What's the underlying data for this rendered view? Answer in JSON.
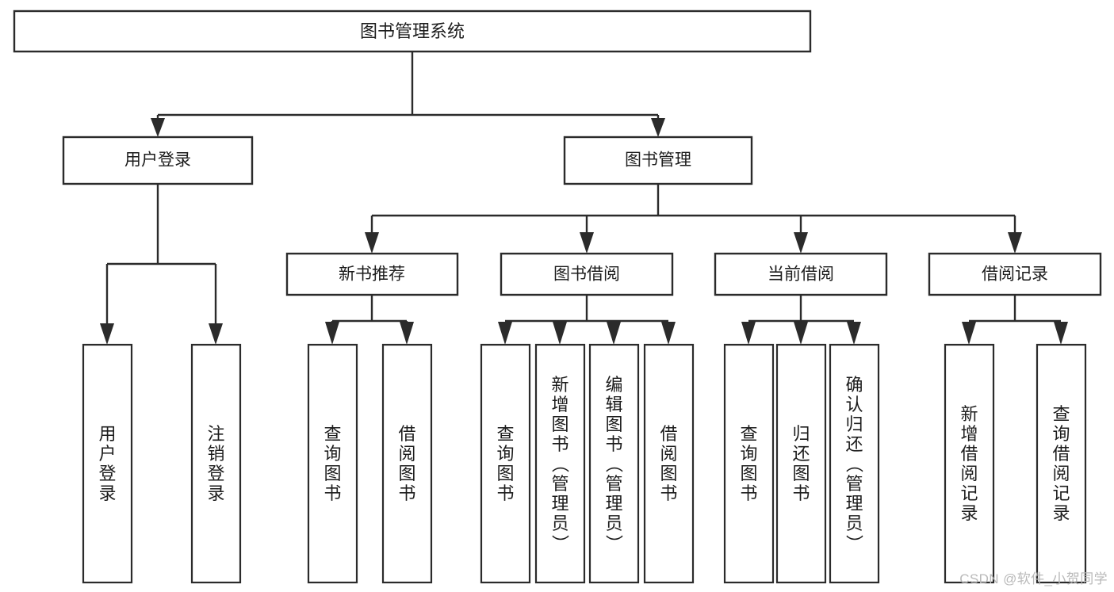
{
  "diagram": {
    "type": "tree",
    "title_node": {
      "label": "图书管理系统",
      "level": 0
    },
    "level1": [
      {
        "label": "用户登录"
      },
      {
        "label": "图书管理"
      }
    ],
    "level2": [
      {
        "label": "新书推荐",
        "parent": "图书管理"
      },
      {
        "label": "图书借阅",
        "parent": "图书管理"
      },
      {
        "label": "当前借阅",
        "parent": "图书管理"
      },
      {
        "label": "借阅记录",
        "parent": "图书管理"
      }
    ],
    "leaves": {
      "user_login": [
        {
          "label": "用户登录"
        },
        {
          "label": "注销登录"
        }
      ],
      "new_book_recommend": [
        {
          "label": "查询图书"
        },
        {
          "label": "借阅图书"
        }
      ],
      "book_borrow": [
        {
          "label": "查询图书"
        },
        {
          "label": "新增图书（管理员）"
        },
        {
          "label": "编辑图书（管理员）"
        },
        {
          "label": "借阅图书"
        }
      ],
      "current_borrow": [
        {
          "label": "查询图书"
        },
        {
          "label": "归还图书"
        },
        {
          "label": "确认归还（管理员）"
        }
      ],
      "borrow_record": [
        {
          "label": "新增借阅记录"
        },
        {
          "label": "查询借阅记录"
        }
      ]
    }
  },
  "watermark": {
    "text": "CSDN @软件_小贺同学"
  },
  "colors": {
    "stroke": "#2b2b2b",
    "fill": "#ffffff",
    "text": "#1c1c1c",
    "watermark": "#b9b9b9"
  }
}
